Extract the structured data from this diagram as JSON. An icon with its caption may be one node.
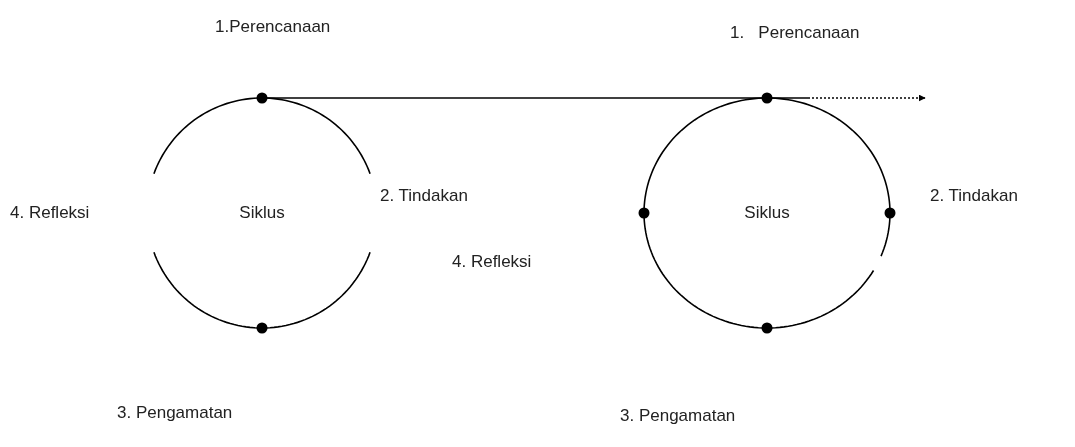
{
  "diagram": {
    "nodes": [
      {
        "text": [
          "Siklus"
        ]
      },
      {
        "text": [
          "Siklus"
        ]
      }
    ],
    "edges": [
      {
        "from": 0,
        "to": 1,
        "arrow": "none"
      },
      {
        "from": 1,
        "to": null,
        "arrow": "to",
        "style": "dashed"
      }
    ],
    "labels": [
      "1.Perencanaan",
      "1.   Perencanaan",
      "4. Refleksi",
      "2. Tindakan",
      "2. Tindakan",
      "4. Refleksi",
      "3. Pengamatan",
      "3. Pengamatan"
    ]
  }
}
